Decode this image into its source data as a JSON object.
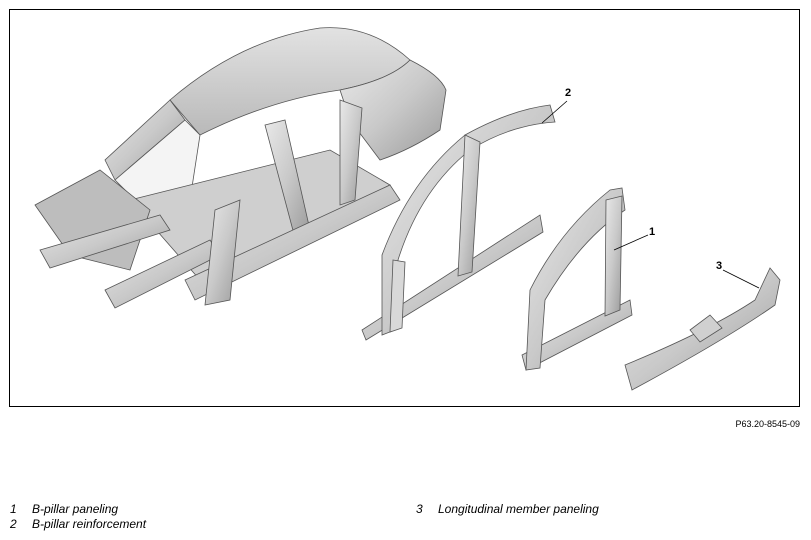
{
  "figure": {
    "reference": "P63.20-8545-09",
    "callouts": [
      "2",
      "1",
      "3"
    ]
  },
  "legend": [
    {
      "number": "1",
      "text": "B-pillar paneling"
    },
    {
      "number": "2",
      "text": "B-pillar reinforcement"
    },
    {
      "number": "3",
      "text": "Longitudinal member paneling"
    }
  ]
}
